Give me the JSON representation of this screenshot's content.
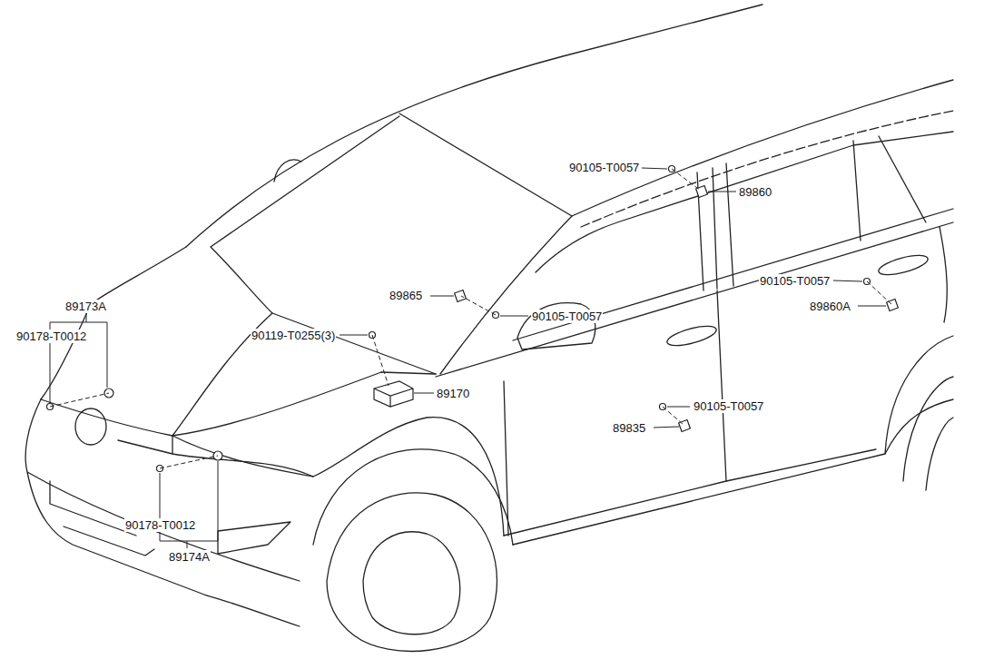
{
  "diagram": {
    "labels": [
      "90105-T0057",
      "89860",
      "89173A",
      "90105-T0057",
      "89865",
      "90105-T0057",
      "90178-T0012",
      "89860A",
      "90119-T0255(3)",
      "89170",
      "90105-T0057",
      "89835",
      "90178-T0012",
      "89174A"
    ]
  }
}
